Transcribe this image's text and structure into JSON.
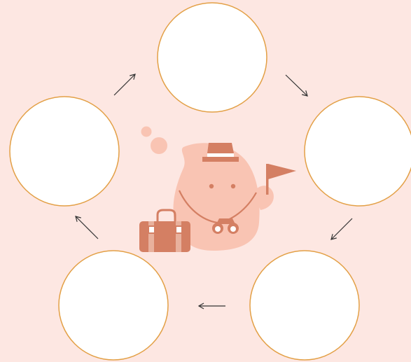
{
  "colors": {
    "background": "#fde7e2",
    "circle_fill": "#ffffff",
    "circle_stroke": "#e3a046",
    "arrow": "#333333",
    "mascot_body": "#f9c4b3",
    "mascot_accent": "#d47f63",
    "bubble": "#f9c4b3",
    "suitcase": "#d47f63",
    "suitcase_straps": "#e8b19d"
  },
  "cycle": {
    "nodes": [
      {
        "id": "top",
        "label": ""
      },
      {
        "id": "right",
        "label": ""
      },
      {
        "id": "bottom-right",
        "label": ""
      },
      {
        "id": "bottom-left",
        "label": ""
      },
      {
        "id": "left",
        "label": ""
      }
    ],
    "arrows": [
      "top-to-right",
      "right-to-bottom-right",
      "bottom-right-to-bottom-left",
      "bottom-left-to-left",
      "left-to-top"
    ]
  },
  "icons": {
    "center": "traveler-mascot-icon",
    "hat": "hat-icon",
    "flag": "flag-icon",
    "binoculars": "binoculars-icon",
    "suitcase": "suitcase-icon",
    "bubbles": "bubble-icon"
  }
}
